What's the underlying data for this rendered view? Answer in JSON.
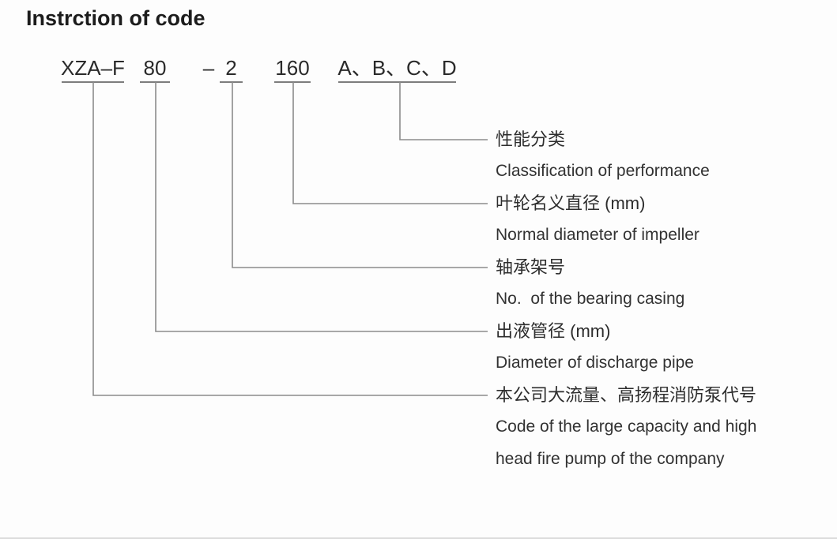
{
  "page": {
    "title": "Instrction of code",
    "background_color": "#fdfdfd",
    "line_color": "#8c8c8c",
    "underline_color": "#7d7d7d",
    "text_color": "#2e2e2e"
  },
  "code": {
    "segments": [
      {
        "id": "series",
        "text": "XZA–F"
      },
      {
        "id": "discharge-pipe",
        "text": "80"
      },
      {
        "id": "separator",
        "text": "–"
      },
      {
        "id": "bearing-frame",
        "text": "2"
      },
      {
        "id": "impeller",
        "text": "160"
      },
      {
        "id": "classification",
        "text": "A、B、C、D"
      }
    ]
  },
  "labels": [
    {
      "zh": "性能分类",
      "en": "Classification of performance"
    },
    {
      "zh": "叶轮名义直径 (mm)",
      "en": "Normal diameter of impeller"
    },
    {
      "zh": "轴承架号",
      "en": "No.  of the bearing casing"
    },
    {
      "zh": "出液管径 (mm)",
      "en": "Diameter of discharge pipe"
    },
    {
      "zh": "本公司大流量、高扬程消防泵代号",
      "en": "Code of the large capacity and high\nhead fire pump of the company"
    }
  ]
}
